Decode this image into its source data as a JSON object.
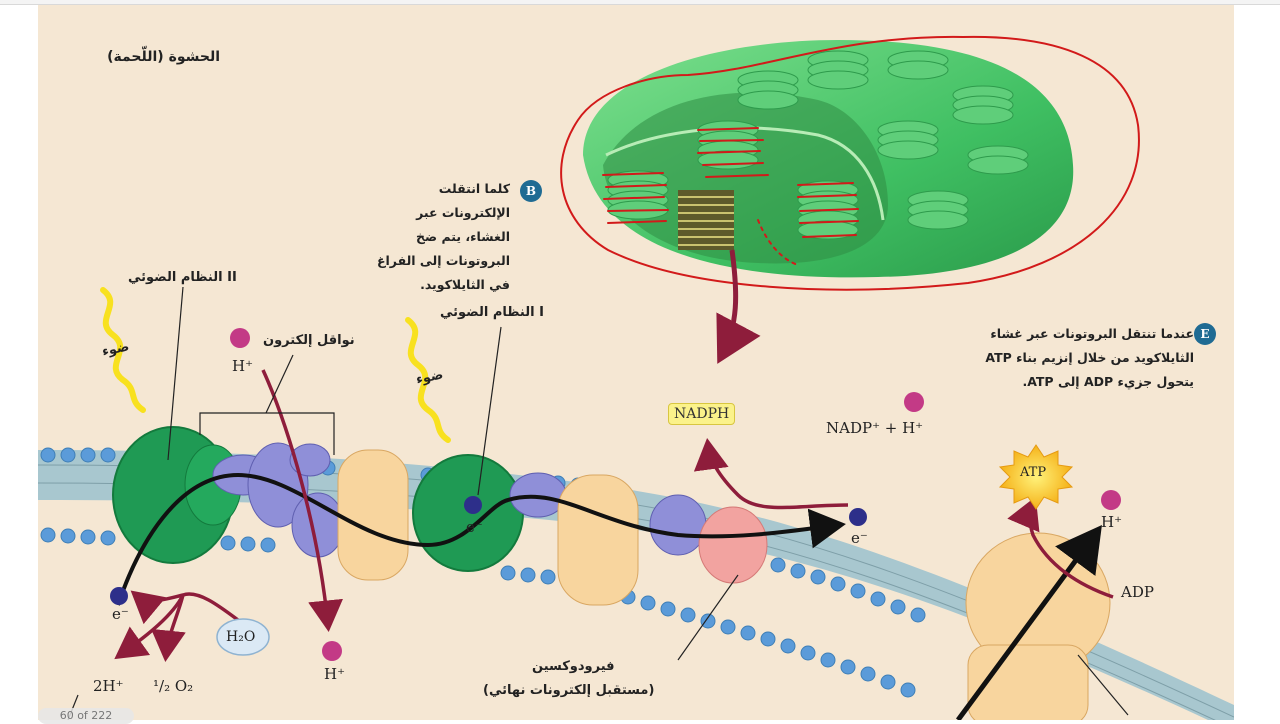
{
  "title": "الحشوة (اللّحمة)",
  "step_b": {
    "badge": "B",
    "text": "كلما انتقلت الإلكترونات عبر الغشاء، يتم ضخ البروتونات إلى الفراغ في الثايلاكويد."
  },
  "step_e": {
    "badge": "E",
    "text": "عندما تنتقل البروتونات عبر غشاء الثايلاكويد من خلال إنزيم بناء ATP يتحول جزيء ADP إلى ATP."
  },
  "labels": {
    "photosystem_ii": "النظام الضوئي II",
    "photosystem_i": "النظام الضوئي I",
    "electron_carriers": "نواقل إلكترون",
    "light_1": "ضوء",
    "light_2": "ضوء",
    "ferredoxin": "فيرودوكسين",
    "ferredoxin_note": "(مستقبل إلكترونات نهائي)"
  },
  "chem": {
    "nadph": "NADPH",
    "nadp": "NADP⁺ + H⁺",
    "atp": "ATP",
    "adp": "ADP",
    "h2o": "H₂O",
    "two_h": "2H⁺",
    "half_o2": "¹/₂ O₂",
    "h_plus_top": "H⁺",
    "h_plus_bottom": "H⁺",
    "h_plus_right": "H⁺",
    "e_left": "e⁻",
    "e_mid": "e⁻",
    "e_right": "e⁻"
  },
  "pager": "60 of 222",
  "colors": {
    "background": "#f5e7d3",
    "accent_badge": "#1f6b93",
    "annotation_red": "#d21a1a",
    "chloroplast_green": "#4cc46d",
    "membrane_blue": "#5b9bd9",
    "arrow_maroon": "#8e1d3b"
  }
}
